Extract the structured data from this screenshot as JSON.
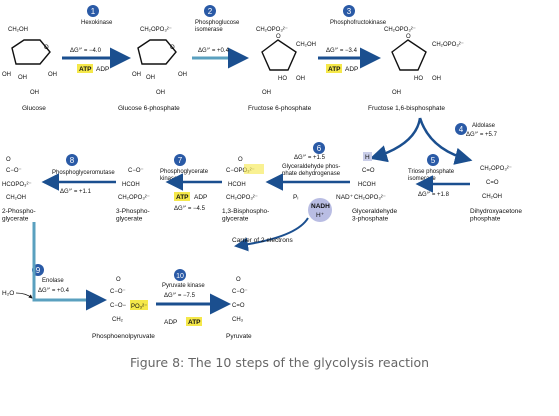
{
  "colors": {
    "arrow": "#1b4f8f",
    "arrow_light": "#5aa0bf",
    "step_circle": "#2a5aa6",
    "atp_box": "#f5e84a",
    "phosphate_box": "#f5e84a",
    "h_box": "#c9cde8",
    "nadh_circle": "#b9bde3",
    "caption_text": "#666666"
  },
  "molecules": {
    "glucose": "Glucose",
    "g6p": "Glucose 6-phosphate",
    "f6p": "Fructose 6-phosphate",
    "f16bp": "Fructose 1,6-bisphosphate",
    "g3p": "Glyceraldehyde\n3-phosphate",
    "dhap": "Dihydroxyacetone\nphosphate",
    "bpg": "1,3-Bisphospho-\nglycerate",
    "pg3": "3-Phospho-\nglycerate",
    "pg2": "2-Phospho-\nglycerate",
    "pep": "Phosphoenolpyruvate",
    "pyruvate": "Pyruvate"
  },
  "steps": [
    {
      "number": "1",
      "enzyme": "Hexokinase",
      "dg": "ΔG°' = −4.0"
    },
    {
      "number": "2",
      "enzyme": "Phosphoglucose\nisomerase",
      "dg": "ΔG°' = +0.4"
    },
    {
      "number": "3",
      "enzyme": "Phosphofructokinase",
      "dg": "ΔG°' = −3.4"
    },
    {
      "number": "4",
      "enzyme": "Aldolase",
      "dg": "ΔG°' = +5.7"
    },
    {
      "number": "5",
      "enzyme": "Triose phosphate\nisomerase",
      "dg": "ΔG°' = +1.8"
    },
    {
      "number": "6",
      "enzyme": "Glyceraldehyde phos-\nphate dehydrogenase",
      "dg": "ΔG°' = +1.5"
    },
    {
      "number": "7",
      "enzyme": "Phosphoglycerate\nkinase",
      "dg": "ΔG°' = −4.5"
    },
    {
      "number": "8",
      "enzyme": "Phosphoglyceromutase",
      "dg": "ΔG°' = +1.1"
    },
    {
      "number": "9",
      "enzyme": "Enolase",
      "dg": "ΔG°' = +0.4"
    },
    {
      "number": "10",
      "enzyme": "Pyruvate kinase",
      "dg": "ΔG°' = −7.5"
    }
  ],
  "cofactors": {
    "atp": "ATP",
    "adp": "ADP",
    "nad": "NAD⁺",
    "nadh": "NADH",
    "h_plus": "H⁺",
    "pi": "Pᵢ",
    "h2o": "H₂O",
    "h": "H"
  },
  "groups": {
    "ch2opo3": "CH₂OPO₃²⁻",
    "ch2oh": "CH₂OH",
    "opo3": "OPO₃²⁻",
    "po3": "PO₃²⁻",
    "hcoh": "HCOH",
    "hcopo3": "HCOPO₃²⁻",
    "coo": "C−O⁻",
    "co": "C=O",
    "ch2": "CH₂",
    "ch3": "CH₃",
    "o_dbl": "O",
    "oh": "OH",
    "ho": "HO",
    "c_opo": "C−OPO₃²⁻",
    "c_o": "C−O−"
  },
  "annotation": "Carrier of 2 electrons",
  "caption": "Figure 8: The 10 steps of the glycolysis reaction"
}
